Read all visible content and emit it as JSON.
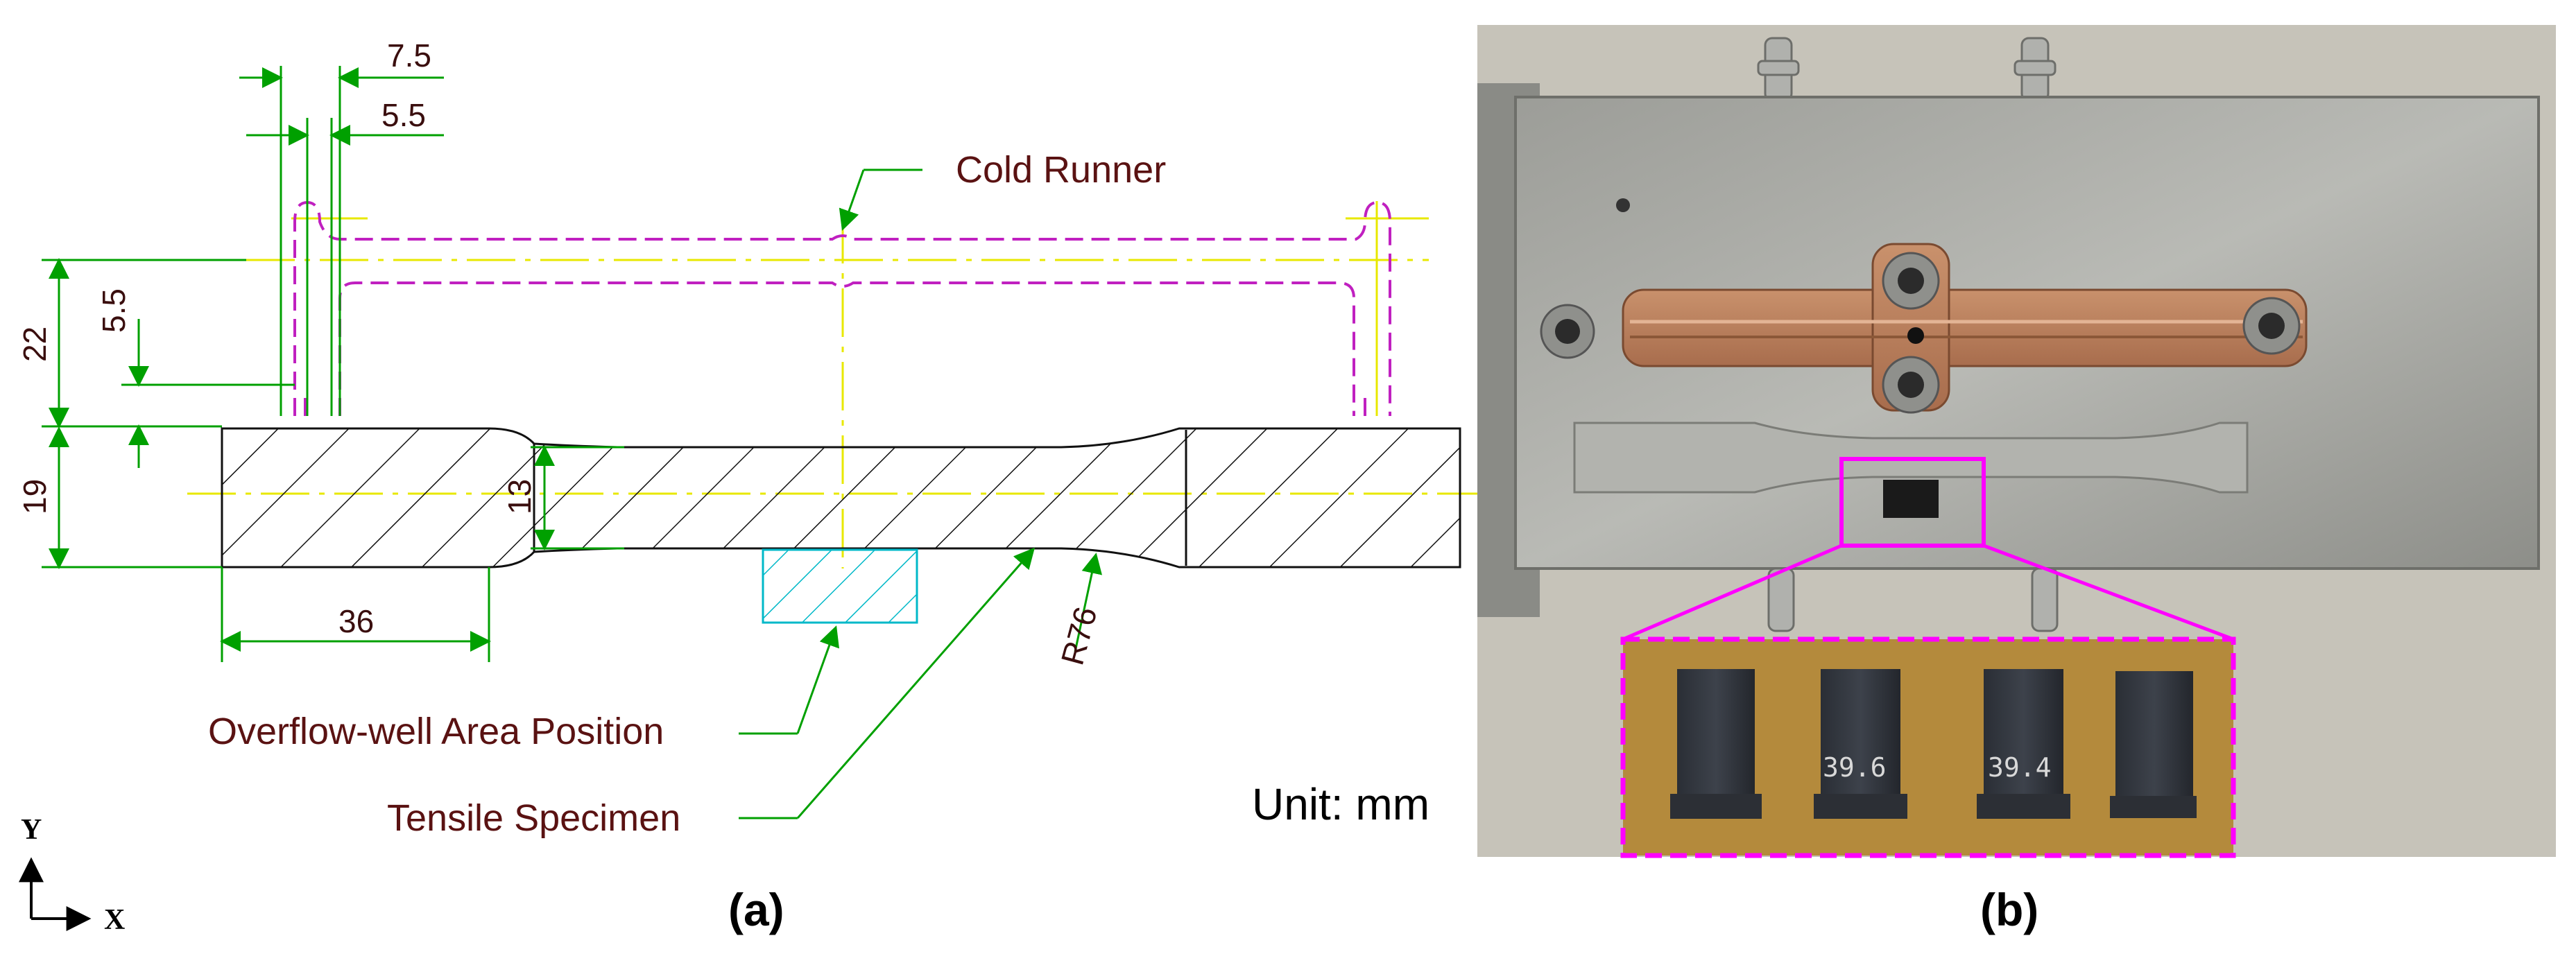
{
  "panel_a": {
    "caption": "(a)",
    "labels": {
      "cold_runner": "Cold Runner",
      "overflow_well": "Overflow-well Area Position",
      "tensile_specimen": "Tensile Specimen"
    },
    "dimensions": {
      "d7_5": "7.5",
      "d5_5_top": "5.5",
      "d22": "22",
      "d5_5_left": "5.5",
      "d19": "19",
      "d13": "13",
      "d36": "36",
      "r76": "R76"
    },
    "axes": {
      "y": "Y",
      "x": "X"
    }
  },
  "panel_b": {
    "caption": "(b)",
    "unit": "Unit: mm",
    "specimen_marks": [
      "39.6",
      "39.4"
    ]
  },
  "colors": {
    "drawing_line": "#111111",
    "dimension_green": "#00a000",
    "runner_magenta": "#c020c0",
    "centerline_yellow": "#e8e800",
    "overflow_cyan": "#00b8c8",
    "highlight_magenta": "#ff00ff",
    "label_text": "#5a1212"
  }
}
